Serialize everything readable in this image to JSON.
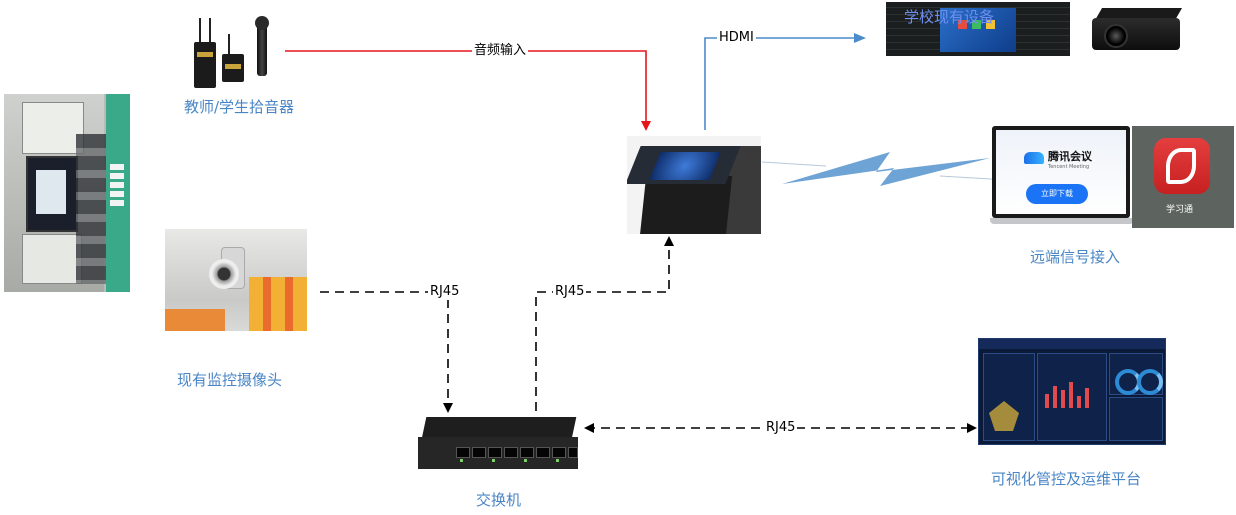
{
  "devices": {
    "microphone": {
      "caption": "教师/学生拾音器"
    },
    "camera": {
      "caption": "现有监控摄像头"
    },
    "switch": {
      "caption": "交换机"
    },
    "dashboard": {
      "caption": "可视化管控及运维平台"
    },
    "remote": {
      "caption": "远端信号接入"
    },
    "display": {
      "overlay_text": "学校现有设备"
    },
    "remote_apps": [
      {
        "name": "腾讯会议",
        "subtitle": "Tencent Meeting",
        "button": "立即下载"
      },
      {
        "name": "学习通"
      }
    ]
  },
  "connections": [
    {
      "id": "audio-input",
      "label": "音频输入",
      "style": "solid",
      "color": "#e8141c"
    },
    {
      "id": "hdmi",
      "label": "HDMI",
      "style": "solid",
      "color": "#4a8ccc"
    },
    {
      "id": "camera-rj45",
      "label": "RJ45",
      "style": "dashed",
      "color": "#000000"
    },
    {
      "id": "podium-rj45",
      "label": "RJ45",
      "style": "dashed",
      "color": "#000000"
    },
    {
      "id": "dashboard-rj45",
      "label": "RJ45",
      "style": "dashed",
      "color": "#000000"
    }
  ],
  "colors": {
    "caption": "#4a86c5",
    "audio_line": "#e8141c",
    "hdmi_line": "#4a8ccc",
    "wireless_bolt": "#6ea3d6"
  }
}
